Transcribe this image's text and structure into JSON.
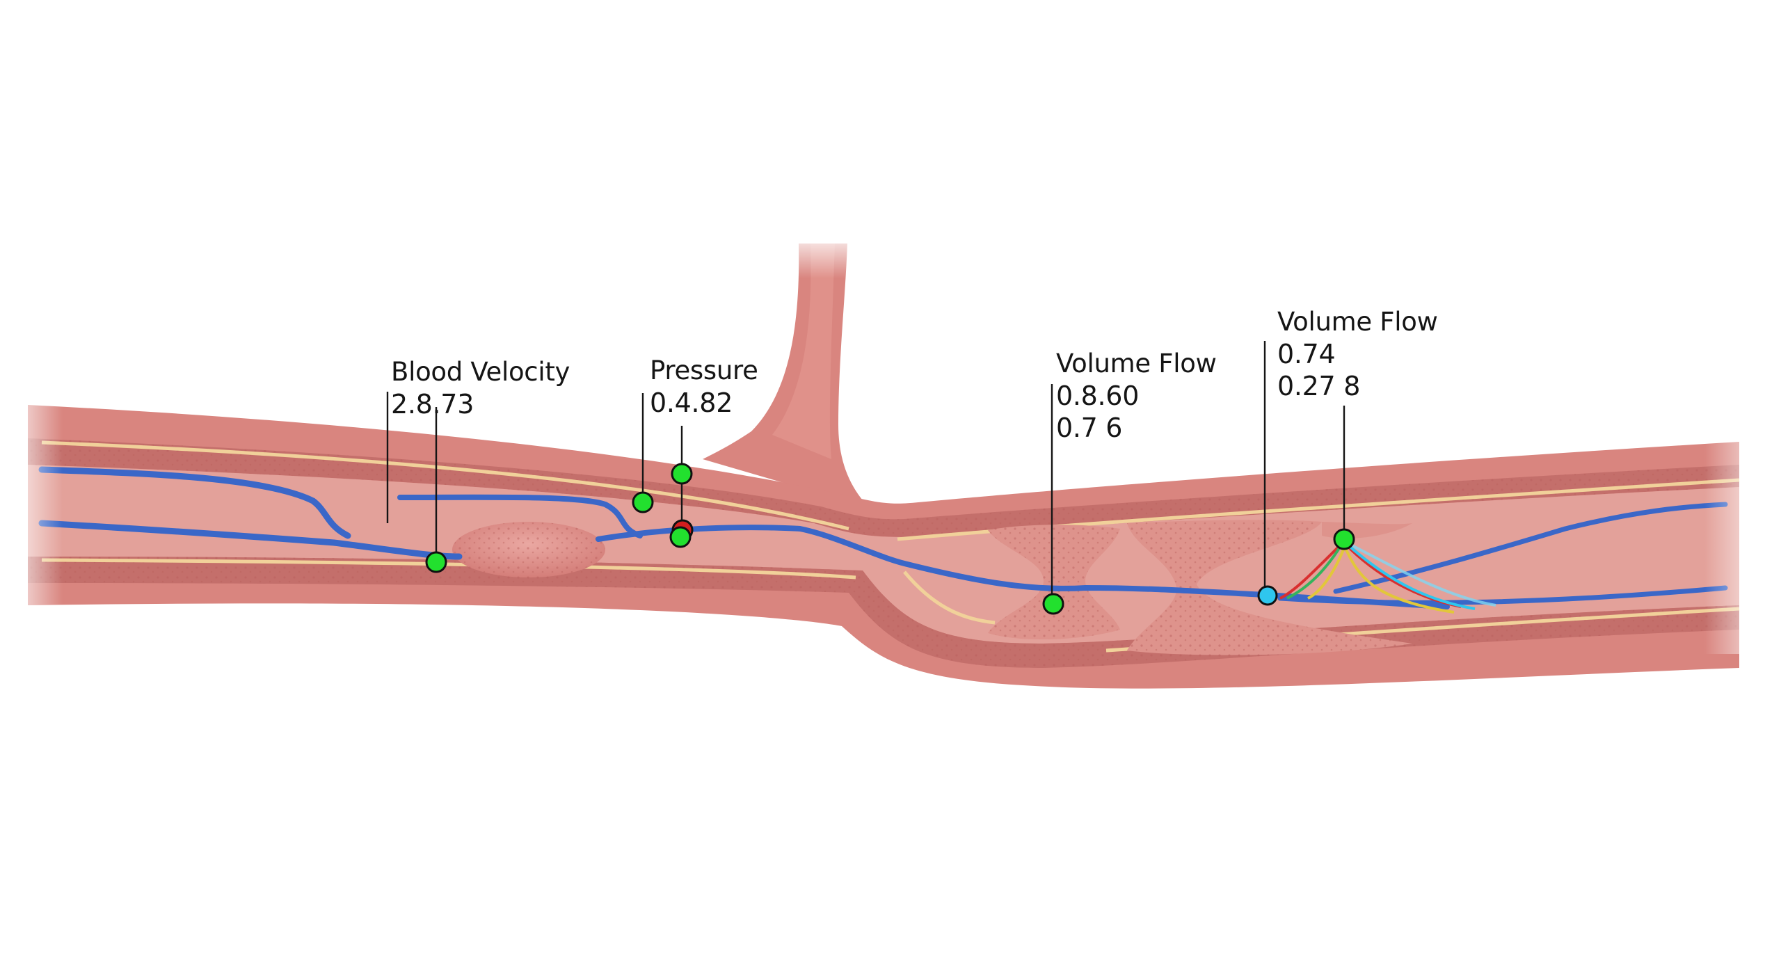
{
  "diagram": {
    "colors": {
      "vessel_outer": "#d98580",
      "vessel_wall": "#c7706d",
      "vessel_lumen": "#e6a49e",
      "intima": "#f1d19a",
      "flow_line": "#3a67c8",
      "marker_green": "#22e02e",
      "marker_cyan": "#2fc6ee",
      "marker_red": "#d41e1e",
      "background": "#ffffff"
    },
    "annotations": [
      {
        "id": "blood-velocity",
        "title": "Blood Velocity",
        "values": [
          "2.8.73"
        ],
        "marker": "green",
        "marker_icon": "green-circle-icon"
      },
      {
        "id": "pressure",
        "title": "Pressure",
        "values": [
          "0.4.82"
        ],
        "marker": "green",
        "marker_icon": "green-circle-icon"
      },
      {
        "id": "volume-flow-1",
        "title": "Volume Flow",
        "values": [
          "0.8.60",
          "0.7 6"
        ],
        "marker": "green",
        "marker_icon": "green-circle-icon"
      },
      {
        "id": "volume-flow-2",
        "title": "Volume Flow",
        "values": [
          "0.74",
          "0.27 8"
        ],
        "marker": "green",
        "marker_icon": "green-circle-icon"
      }
    ],
    "extra_markers": [
      {
        "id": "pressure-upper",
        "marker": "green"
      },
      {
        "id": "pressure-aux",
        "marker": "green"
      },
      {
        "id": "pressure-red",
        "marker": "red"
      },
      {
        "id": "flow-cyan",
        "marker": "cyan"
      }
    ]
  }
}
